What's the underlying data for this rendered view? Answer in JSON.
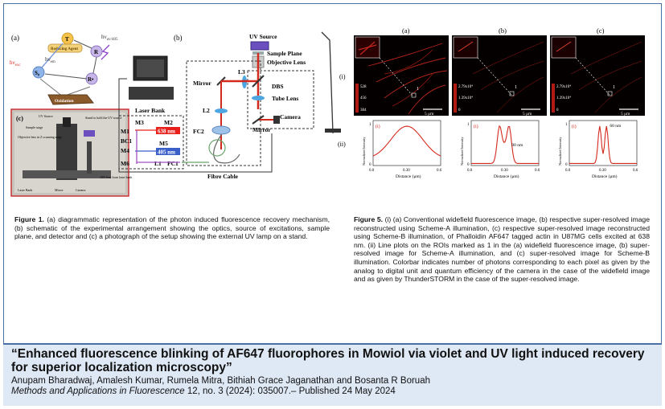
{
  "fig1": {
    "panel_a_label": "(a)",
    "panel_b_label": "(b)",
    "panel_c_label": "(c)",
    "state_t": "T",
    "state_r": "R",
    "state_r_dot": "R•",
    "state_s0": "S₀",
    "reducing_agent": "Reducing Agent",
    "oxidation": "Oxidation",
    "hv_uv405": "hν",
    "hv_uv405_sub": "uv/405",
    "hv_exc": "hν",
    "hv_exc_sub": "exc",
    "hv_em": "hν",
    "hv_em_sub": "em",
    "uv_source": "UV Source",
    "sample_plane": "Sample Plane",
    "objective_lens": "Objective Lens",
    "mirror_top": "Mirror",
    "l3": "L3",
    "dbs": "DBS",
    "tube_lens": "Tube Lens",
    "camera": "Camera",
    "mirror_bottom": "Mirror",
    "l2": "L2",
    "fc2": "FC2",
    "fibre_cable": "Fibre Cable",
    "laser_bank": "Laser Bank",
    "m3": "M3",
    "m2": "M2",
    "m1": "M1",
    "bc1": "BC1",
    "m5": "M5",
    "m4": "M4",
    "m6": "M6",
    "l1": "L1",
    "fc1": "FC1",
    "laser_638": "638 nm",
    "laser_405": "405 nm",
    "photo_labels": [
      "UV Source",
      "Sample stage",
      "Objective lens in Z scanning stage",
      "Stand to hold the UV source",
      "Laser Bank",
      "Mirror",
      "Camera",
      "10X lens from laser bank"
    ],
    "caption_label": "Figure 1.",
    "caption_text": " (a) diagrammatic representation of the photon induced fluorescence recovery mechanism, (b) schematic of the experimental arrangement showing the optics, source of excitations, sample plane, and detector and (c) a photograph of the setup showing the external UV lamp on a stand."
  },
  "fig5": {
    "col_labels": [
      "(a)",
      "(b)",
      "(c)"
    ],
    "row_i": "(i)",
    "row_ii": "(ii)",
    "roi_label": "1",
    "scale_bar": "5 μm",
    "colorbar_a": [
      "528",
      "456",
      "384"
    ],
    "colorbar_b": [
      "2.79x10⁴",
      "1.39x10⁴",
      "0"
    ],
    "colorbar_c": [
      "2.79x10⁴",
      "1.39x10⁴",
      "0"
    ],
    "plot_tag": "(i)",
    "ylabel": "Normalized Intensity",
    "xlabel": "Distance (μm)",
    "xticks": [
      "0.0",
      "0.30",
      "0.6"
    ],
    "yticks": [
      "0",
      "1"
    ],
    "annot_b": "90 nm",
    "annot_c": "60 nm",
    "caption_label": "Figure 5.",
    "caption_text": " (i) (a) Conventional widefield fluorescence image, (b) respective super-resolved image reconstructed using Scheme-A illumination, (c) respective super-resolved image reconstructed using Scheme-B illumination, of Phalloidin AF647 tagged actin in U87MG cells excited at 638 nm. (ii) Line plots on the ROIs marked as 1 in the (a) widefield fluorescence image, (b) super-resolved image for Scheme-A illumination, and (c) super-resolved image for Scheme-B illumination. Colorbar indicates number of photons corresponding to each pixel as given by the analog to digital unit and quantum efficiency of the camera in the case of the widefield image and as given by ThunderSTORM in the case of the super-resolved image."
  },
  "paper": {
    "title": "“Enhanced fluorescence blinking of AF647 fluorophores in Mowiol via violet and UV light induced recovery for superior localization microscopy”",
    "authors": "Anupam Bharadwaj,  Amalesh Kumar, Rumela Mitra, Bithiah Grace Jaganathan  and Bosanta R Boruah",
    "journal": "Methods and Applications in Fluorescence",
    "citation": " 12, no. 3 (2024): 035007.– Published 24 May 2024"
  },
  "colors": {
    "accent": "#4a6fa5",
    "bottom_bg": "#dfe8f5",
    "laser_red": "#e8201b",
    "laser_blue": "#3b5fc8",
    "plot_line": "#d42a1e"
  }
}
